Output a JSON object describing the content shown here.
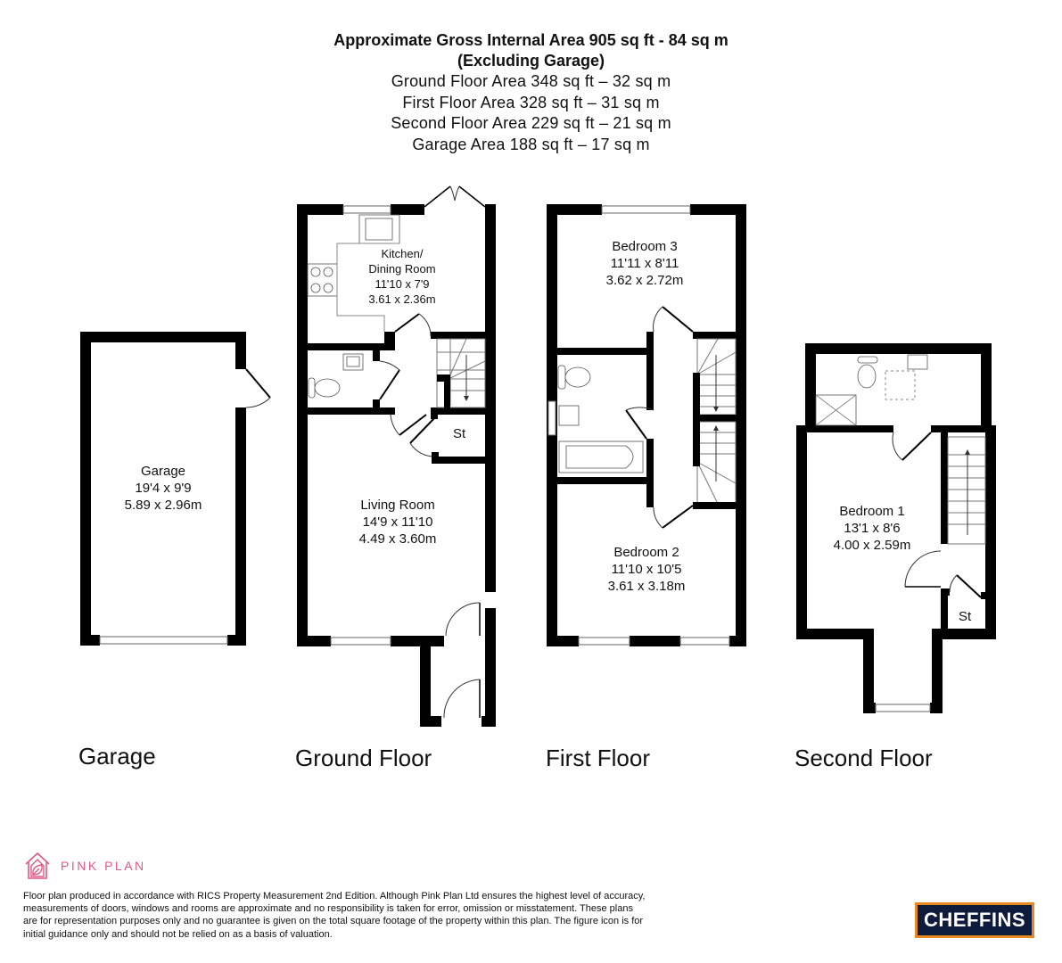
{
  "header": {
    "title": "Approximate Gross Internal Area 905 sq ft - 84 sq m",
    "subtitle": "(Excluding Garage)",
    "areas": [
      "Ground Floor Area 348 sq ft – 32 sq m",
      "First Floor Area 328 sq ft – 31 sq m",
      "Second Floor Area 229 sq ft – 21 sq m",
      "Garage Area 188 sq ft – 17 sq m"
    ]
  },
  "rooms": {
    "garage": {
      "name": "Garage",
      "imperial": "19'4 x 9'9",
      "metric": "5.89 x 2.96m"
    },
    "kitchen": {
      "name": "Kitchen/",
      "name2": "Dining Room",
      "imperial": "11'10 x 7'9",
      "metric": "3.61 x 2.36m"
    },
    "living": {
      "name": "Living Room",
      "imperial": "14'9 x 11'10",
      "metric": "4.49 x 3.60m"
    },
    "bedroom3": {
      "name": "Bedroom 3",
      "imperial": "11'11 x 8'11",
      "metric": "3.62 x 2.72m"
    },
    "bedroom2": {
      "name": "Bedroom 2",
      "imperial": "11'10 x 10'5",
      "metric": "3.61 x 3.18m"
    },
    "bedroom1": {
      "name": "Bedroom 1",
      "imperial": "13'1 x 8'6",
      "metric": "4.00 x 2.59m"
    },
    "store_ground": "St",
    "store_second": "St"
  },
  "floors": {
    "garage": "Garage",
    "ground": "Ground Floor",
    "first": "First Floor",
    "second": "Second Floor"
  },
  "footer": {
    "brand": "PINK PLAN",
    "brand_icon": "house-leaf-icon",
    "brand_color": "#e05a86",
    "disclaimer": "Floor plan produced in accordance with RICS Property Measurement 2nd Edition. Although Pink Plan Ltd ensures the highest level of accuracy, measurements of doors, windows and rooms are approximate and no responsibility is taken for error, omission or misstatement. These plans are for representation purposes only and no guarantee is given on the total square footage of the property within this plan. The figure icon is for initial guidance only and should not be relied on as a basis of valuation.",
    "agent_logo": "CHEFFINS",
    "agent_colors": {
      "background": "#0f1b3d",
      "border": "#e8891e"
    }
  }
}
